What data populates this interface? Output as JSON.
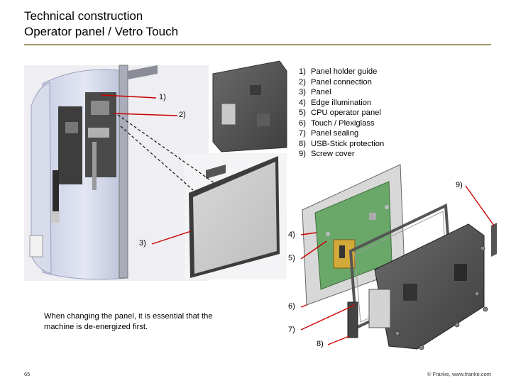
{
  "header": {
    "title_line1": "Technical construction",
    "title_line2": "Operator panel / Vetro Touch"
  },
  "parts_list": [
    {
      "num": "1)",
      "label": "Panel holder guide"
    },
    {
      "num": "2)",
      "label": "Panel connection"
    },
    {
      "num": "3)",
      "label": "Panel"
    },
    {
      "num": "4)",
      "label": "Edge illumination"
    },
    {
      "num": "5)",
      "label": "CPU operator panel"
    },
    {
      "num": "6)",
      "label": "Touch / Plexiglass"
    },
    {
      "num": "7)",
      "label": "Panel sealing"
    },
    {
      "num": "8)",
      "label": "USB-Stick protection"
    },
    {
      "num": "9)",
      "label": "Screw cover"
    }
  ],
  "callouts": {
    "c1": "1)",
    "c2": "2)",
    "c3": "3)",
    "c4": "4)",
    "c5": "5)",
    "c6": "6)",
    "c7": "7)",
    "c8": "8)",
    "c9": "9)"
  },
  "note": "When changing the panel, it is essential that the machine is de-energized first.",
  "footer": {
    "page_number": "65",
    "copyright": "© Franke, www.franke.com"
  },
  "colors": {
    "accent_rule": "#a89a6a",
    "callout_line": "#cc0000"
  }
}
